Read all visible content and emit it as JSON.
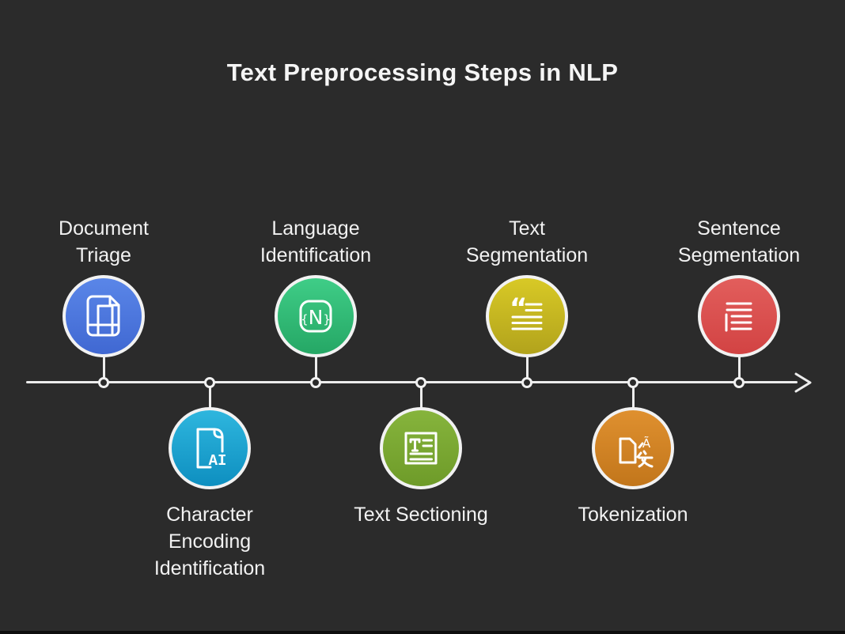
{
  "title": "Text Preprocessing Steps in NLP",
  "timeline": {
    "description": "horizontal arrow pointing right",
    "arrow": "right"
  },
  "steps": [
    {
      "name": "document-triage",
      "label": "Document\nTriage",
      "side": "above",
      "icon": "document-layout-icon",
      "color_top": "#5a86e8",
      "color_bottom": "#4068d2"
    },
    {
      "name": "character-encoding-identification",
      "label": "Character\nEncoding\nIdentification",
      "side": "below",
      "icon": "ai-document-icon",
      "color_top": "#2eb6de",
      "color_bottom": "#0e8fc0"
    },
    {
      "name": "language-identification",
      "label": "Language\nIdentification",
      "side": "above",
      "icon": "nativescript-n-icon",
      "color_top": "#3fcd87",
      "color_bottom": "#25a765"
    },
    {
      "name": "text-sectioning",
      "label": "Text Sectioning",
      "side": "below",
      "icon": "text-section-icon",
      "color_top": "#86b43c",
      "color_bottom": "#6e9b29"
    },
    {
      "name": "text-segmentation",
      "label": "Text\nSegmentation",
      "side": "above",
      "icon": "quote-lines-icon",
      "color_top": "#d8c926",
      "color_bottom": "#b2a31c"
    },
    {
      "name": "tokenization",
      "label": "Tokenization",
      "side": "below",
      "icon": "translate-icon",
      "color_top": "#df902f",
      "color_bottom": "#c2761b"
    },
    {
      "name": "sentence-segmentation",
      "label": "Sentence\nSegmentation",
      "side": "above",
      "icon": "paragraph-lines-icon",
      "color_top": "#e25e5c",
      "color_bottom": "#d24343"
    }
  ],
  "colors": {
    "background": "#2b2b2b",
    "line": "#ededed",
    "text": "#f2f2f2",
    "footer_bar": "#0e0e0e"
  }
}
